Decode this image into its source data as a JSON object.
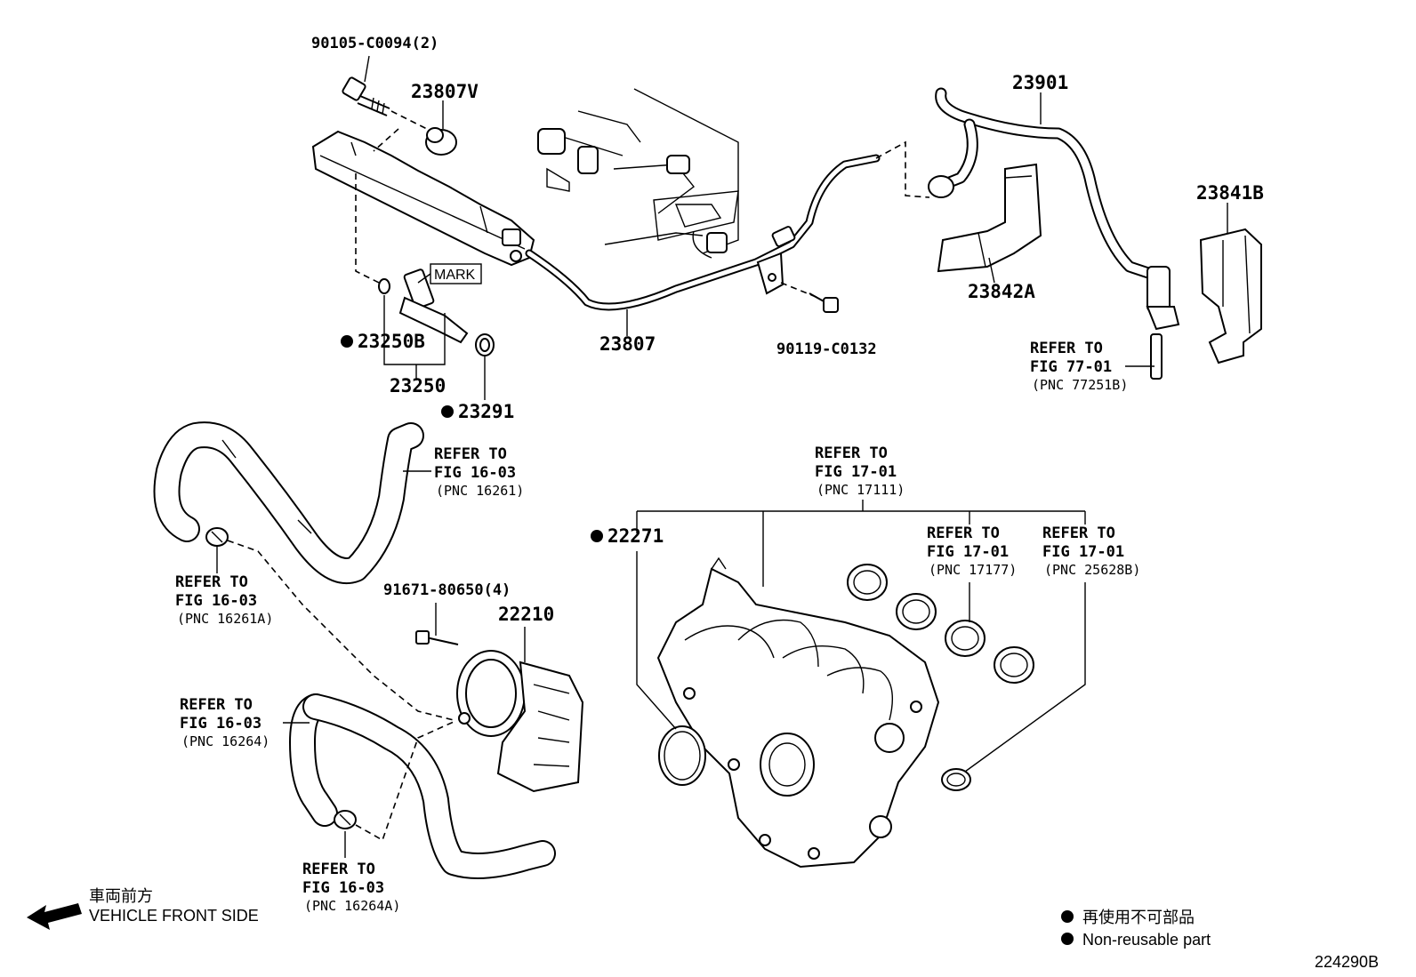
{
  "part_labels": {
    "bolt_90105": "90105-C0094(2)",
    "p23807V": "23807V",
    "p23901": "23901",
    "p23841B": "23841B",
    "p23842A": "23842A",
    "p23250B": "23250B",
    "p23250": "23250",
    "p23291": "23291",
    "p23807": "23807",
    "bolt_90119": "90119-C0132",
    "mark": "MARK",
    "p22271": "22271",
    "bolt_91671": "91671-80650(4)",
    "p22210": "22210"
  },
  "references": {
    "r77": {
      "line1": "REFER TO",
      "line2": "FIG 77-01",
      "pnc": "(PNC 77251B)"
    },
    "r16261": {
      "line1": "REFER TO",
      "line2": "FIG 16-03",
      "pnc": "(PNC 16261)"
    },
    "r16261A": {
      "line1": "REFER TO",
      "line2": "FIG 16-03",
      "pnc": "(PNC 16261A)"
    },
    "r17111": {
      "line1": "REFER TO",
      "line2": "FIG 17-01",
      "pnc": "(PNC 17111)"
    },
    "r17177": {
      "line1": "REFER TO",
      "line2": "FIG 17-01",
      "pnc": "(PNC 17177)"
    },
    "r25628B": {
      "line1": "REFER TO",
      "line2": "FIG 17-01",
      "pnc": "(PNC 25628B)"
    },
    "r16264": {
      "line1": "REFER TO",
      "line2": "FIG 16-03",
      "pnc": "(PNC 16264)"
    },
    "r16264A": {
      "line1": "REFER TO",
      "line2": "FIG 16-03",
      "pnc": "(PNC 16264A)"
    }
  },
  "legend": {
    "front_jp": "車両前方",
    "front_en": "VEHICLE FRONT SIDE",
    "nonreusable_jp": "再使用不可部品",
    "nonreusable_en": "Non-reusable part"
  },
  "figure_id": "224290B"
}
